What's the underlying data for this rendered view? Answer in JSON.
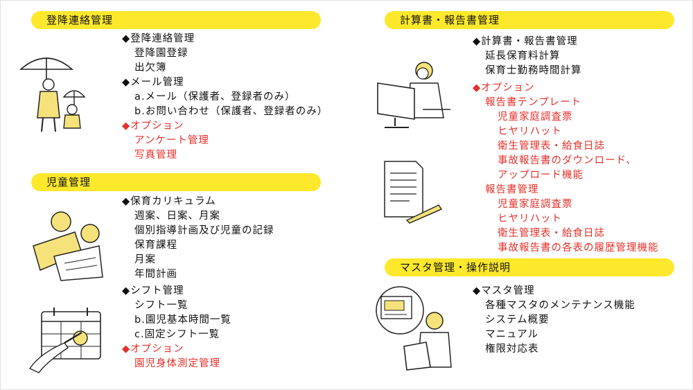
{
  "colors": {
    "header_bg": "#fde82c",
    "option_red": "#e4312a",
    "text": "#111111",
    "illustration_yellow": "#f5e27a"
  },
  "sections": {
    "attendance": {
      "title": "登降連絡管理",
      "items": [
        {
          "text": "登降連絡管理",
          "bullet": true
        },
        {
          "text": "登降園登録",
          "indent": 1
        },
        {
          "text": "出欠簿",
          "indent": 1
        },
        {
          "text": "メール管理",
          "bullet": true
        },
        {
          "text": "a.メール（保護者、登録者のみ）",
          "indent": 1
        },
        {
          "text": "b.お問い合わせ（保護者、登録者のみ）",
          "indent": 1
        },
        {
          "text": "オプション",
          "bullet": true,
          "red": true
        },
        {
          "text": "アンケート管理",
          "indent": 1,
          "red": true
        },
        {
          "text": "写真管理",
          "indent": 1,
          "red": true
        }
      ]
    },
    "children": {
      "title": "児童管理",
      "items_a": [
        {
          "text": "保育カリキュラム",
          "bullet": true
        },
        {
          "text": "週案、日案、月案",
          "indent": 1
        },
        {
          "text": "個別指導計画及び児童の記録",
          "indent": 1
        },
        {
          "text": "保育課程",
          "indent": 1
        },
        {
          "text": "月案",
          "indent": 1
        },
        {
          "text": "年間計画",
          "indent": 1
        }
      ],
      "items_b": [
        {
          "text": "シフト管理",
          "bullet": true
        },
        {
          "text": "シフト一覧",
          "indent": 1
        },
        {
          "text": "b.園児基本時間一覧",
          "indent": 1
        },
        {
          "text": "c.固定シフト一覧",
          "indent": 1
        },
        {
          "text": "オプション",
          "bullet": true,
          "red": true
        },
        {
          "text": "園児身体測定管理",
          "indent": 1,
          "red": true
        }
      ]
    },
    "reports": {
      "title": "計算書・報告書管理",
      "items_a": [
        {
          "text": "計算書・報告書管理",
          "bullet": true
        },
        {
          "text": "延長保育料計算",
          "indent": 1
        },
        {
          "text": "保育士勤務時間計算",
          "indent": 1
        }
      ],
      "items_b": [
        {
          "text": "オプション",
          "bullet": true,
          "red": true
        },
        {
          "text": "報告書テンプレート",
          "indent": 1,
          "red": true
        },
        {
          "text": "児童家庭調査票",
          "indent": 2,
          "red": true
        },
        {
          "text": "ヒヤリハット",
          "indent": 2,
          "red": true
        },
        {
          "text": "衛生管理表・給食日誌",
          "indent": 2,
          "red": true
        },
        {
          "text": "事故報告書のダウンロード、",
          "indent": 2,
          "red": true
        },
        {
          "text": "アップロード機能",
          "indent": 2,
          "red": true
        },
        {
          "text": "報告書管理",
          "indent": 1,
          "red": true
        },
        {
          "text": "児童家庭調査票",
          "indent": 2,
          "red": true
        },
        {
          "text": "ヒヤリハット",
          "indent": 2,
          "red": true
        },
        {
          "text": "衛生管理表・給食日誌",
          "indent": 2,
          "red": true
        },
        {
          "text": "事故報告書の各表の履歴管理機能",
          "indent": 2,
          "red": true
        }
      ]
    },
    "master": {
      "title": "マスタ管理・操作説明",
      "items": [
        {
          "text": "マスタ管理",
          "bullet": true
        },
        {
          "text": "各種マスタのメンテナンス機能",
          "indent": 1
        },
        {
          "text": "システム概要",
          "indent": 1
        },
        {
          "text": "マニュアル",
          "indent": 1
        },
        {
          "text": "権限対応表",
          "indent": 1
        }
      ]
    }
  },
  "illustrations": {
    "umbrella_kids": "umbrella-children-icon",
    "lying_children": "children-reading-icon",
    "calendar_hand": "calendar-hand-icon",
    "office_worker": "office-worker-pc-icon",
    "documents_pen": "documents-pen-icon",
    "laptop_user": "laptop-user-icon"
  }
}
